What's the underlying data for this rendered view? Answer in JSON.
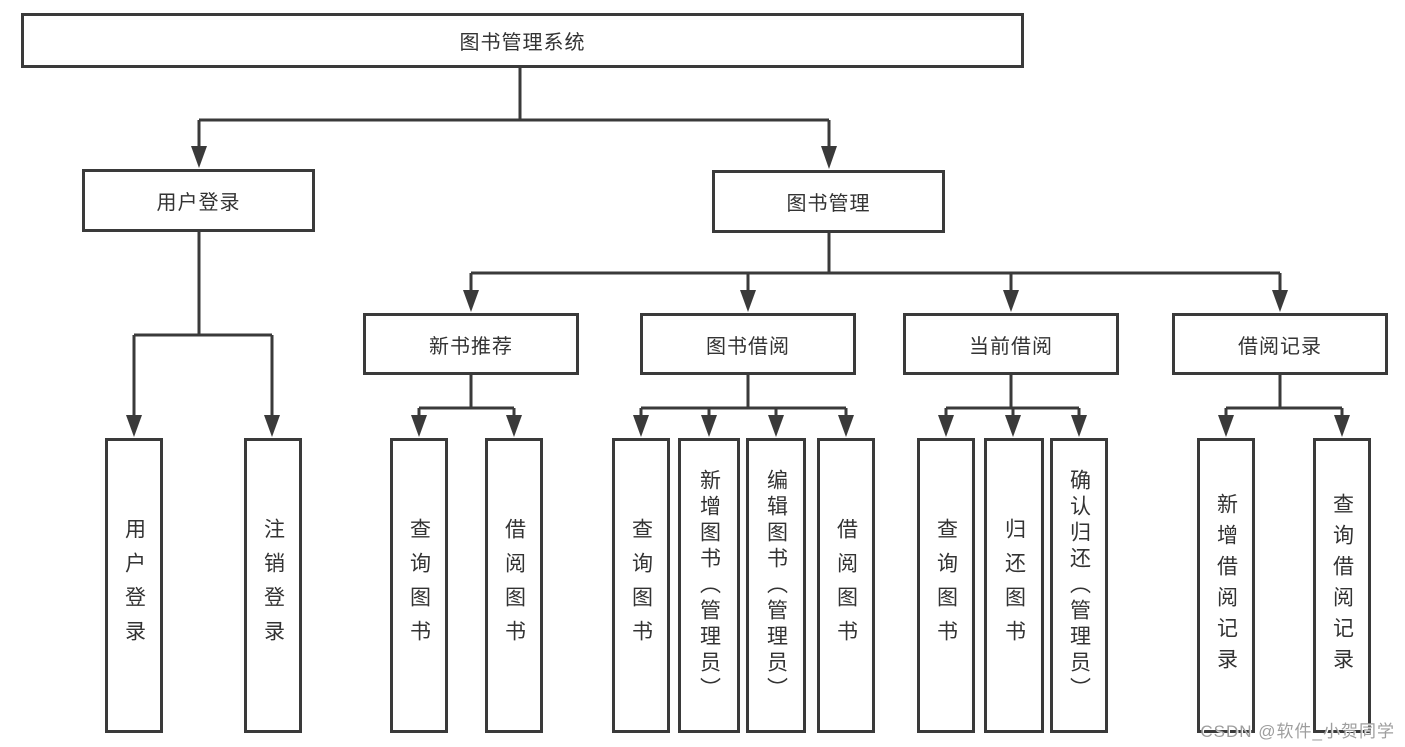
{
  "colors": {
    "line": "#3a3a3a",
    "box_border": "#3a3a3a",
    "text": "#333333",
    "watermark_text": "#9e9e9e",
    "background": "#ffffff"
  },
  "tree": {
    "root": {
      "label": "图书管理系统"
    },
    "branches": [
      {
        "label": "用户登录",
        "children": [
          {
            "label": "用户登录"
          },
          {
            "label": "注销登录"
          }
        ]
      },
      {
        "label": "图书管理",
        "children": [
          {
            "label": "新书推荐",
            "children": [
              {
                "label": "查询图书"
              },
              {
                "label": "借阅图书"
              }
            ]
          },
          {
            "label": "图书借阅",
            "children": [
              {
                "label": "查询图书"
              },
              {
                "label": "新增图书（管理员）"
              },
              {
                "label": "编辑图书（管理员）"
              },
              {
                "label": "借阅图书"
              }
            ]
          },
          {
            "label": "当前借阅",
            "children": [
              {
                "label": "查询图书"
              },
              {
                "label": "归还图书"
              },
              {
                "label": "确认归还（管理员）"
              }
            ]
          },
          {
            "label": "借阅记录",
            "children": [
              {
                "label": "新增借阅记录"
              },
              {
                "label": "查询借阅记录"
              }
            ]
          }
        ]
      }
    ]
  },
  "watermark": {
    "text": "CSDN @软件_小贺同学"
  }
}
